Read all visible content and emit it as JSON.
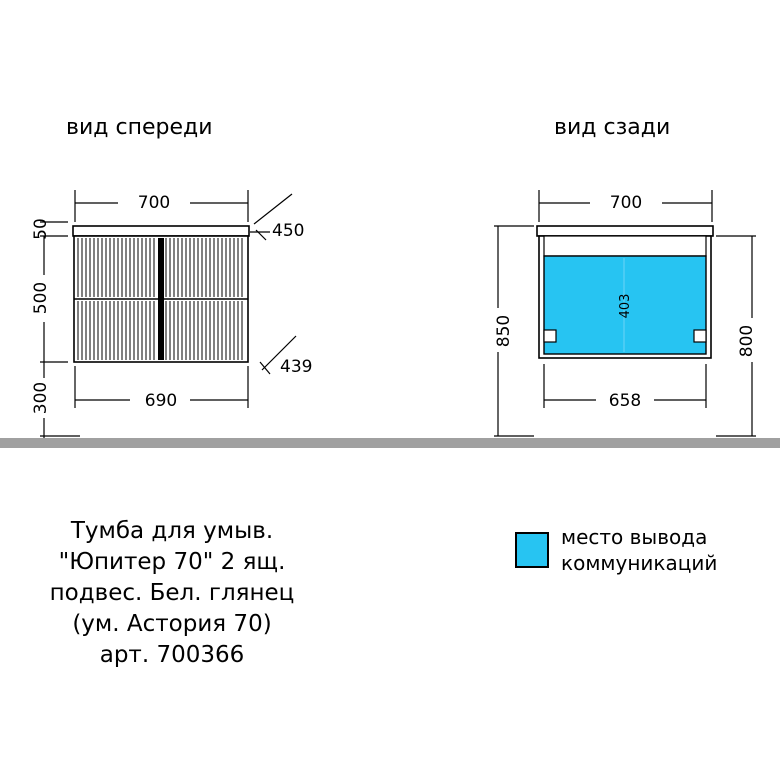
{
  "views": {
    "front_title": "вид спереди",
    "back_title": "вид сзади"
  },
  "front": {
    "width_top": "700",
    "top_thickness": "50",
    "depth_top": "450",
    "body_height": "500",
    "depth_bottom": "439",
    "leg_height": "300",
    "width_bottom": "690"
  },
  "back": {
    "width_top": "700",
    "total_height": "850",
    "mount_height": "800",
    "cutout_height": "403",
    "width_bottom": "658"
  },
  "product": {
    "lines": [
      "Тумба для умыв.",
      "\"Юпитер 70\" 2 ящ.",
      "подвес. Бел. глянец",
      "(ум. Астория 70)",
      "арт. 700366"
    ]
  },
  "legend": {
    "line1": "место вывода",
    "line2": "коммуникаций"
  },
  "colors": {
    "accent": "#27c4f2",
    "floor": "#a0a0a0"
  }
}
